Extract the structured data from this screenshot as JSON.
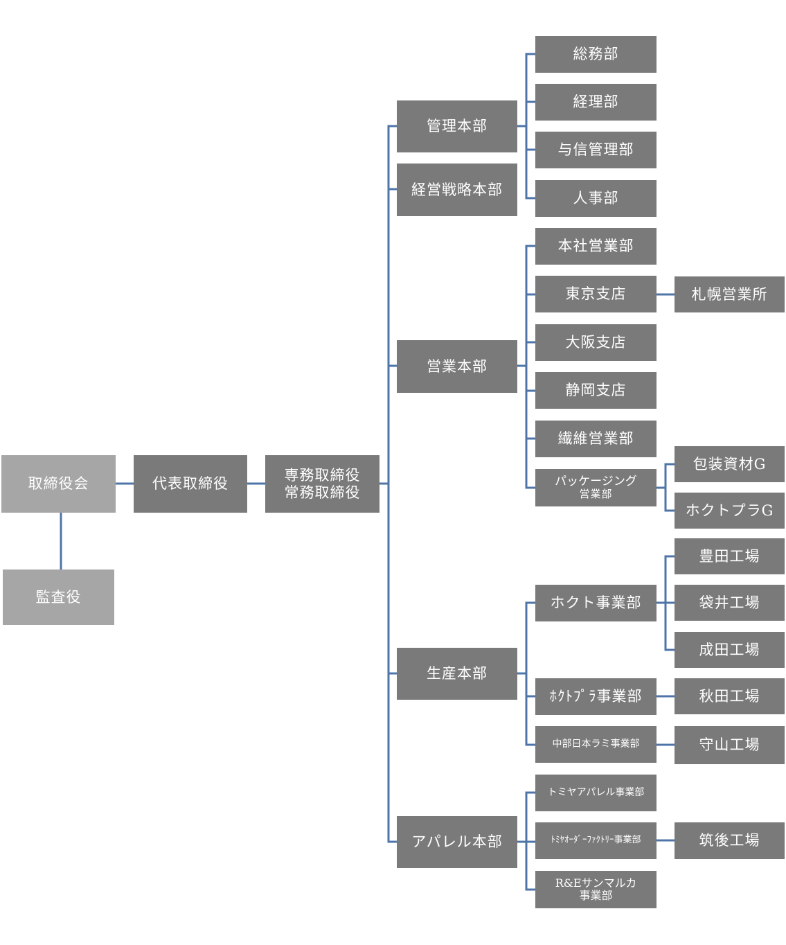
{
  "nodes": {
    "board": "取締役会",
    "auditor": "監査役",
    "president": "代表取締役",
    "senior_director": [
      "専務取締役",
      "常務取締役"
    ],
    "admin_hq": "管理本部",
    "strategy_hq": "経営戦略本部",
    "sales_hq": "営業本部",
    "production_hq": "生産本部",
    "apparel_hq": "アパレル本部",
    "general_affairs": "総務部",
    "accounting": "経理部",
    "credit_mgmt": "与信管理部",
    "hr": "人事部",
    "head_office_sales": "本社営業部",
    "tokyo_branch": "東京支店",
    "sapporo_office": "札幌営業所",
    "osaka_branch": "大阪支店",
    "shizuoka_branch": "静岡支店",
    "textile_sales": "繊維営業部",
    "packaging_sales": [
      "パッケージング",
      "営業部"
    ],
    "packaging_materials_g": "包装資材G",
    "hokuto_pla_g": "ホクトプラG",
    "hokuto_division": "ホクト事業部",
    "toyota_plant": "豊田工場",
    "fukuroi_plant": "袋井工場",
    "narita_plant": "成田工場",
    "hokuto_pla_division": "ﾎｸﾄﾌﾟﾗ事業部",
    "akita_plant": "秋田工場",
    "chubu_nihon_rami": "中部日本ラミ事業部",
    "moriyama_plant": "守山工場",
    "tomiya_apparel": "トミヤアパレル事業部",
    "tomiya_order_factory": "ﾄﾐﾔｵｰﾀﾞｰﾌｧｸﾄﾘｰ事業部",
    "chikugo_plant": "筑後工場",
    "re_sanmaruka": [
      "R&Eサンマルカ",
      "事業部"
    ]
  },
  "colors": {
    "box_dark": "#7a7a7a",
    "box_light": "#a6a6a6",
    "connector": "#4f74a8",
    "text": "#ffffff"
  }
}
